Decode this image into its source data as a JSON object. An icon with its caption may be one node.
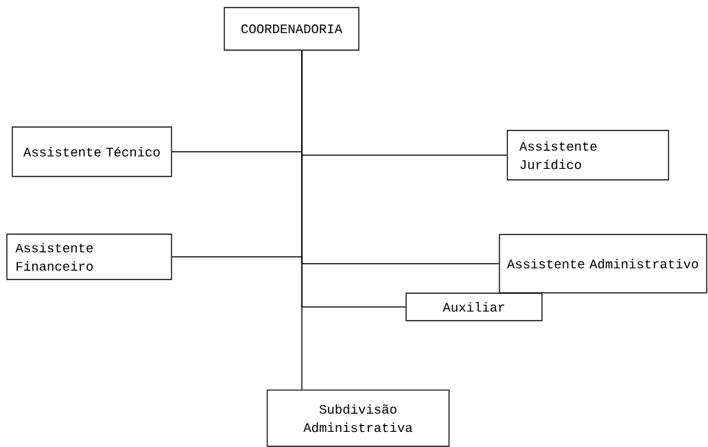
{
  "diagram": {
    "nodes": [
      {
        "text": [
          "COORDENADORIA"
        ]
      },
      {
        "text": [
          "Assistente Técnico"
        ]
      },
      {
        "text": [
          "Assistente Jurídico"
        ]
      },
      {
        "text": [
          "Assistente Financeiro"
        ]
      },
      {
        "text": [
          "Assistente Administrativo"
        ]
      },
      {
        "text": [
          "Auxiliar"
        ]
      },
      {
        "text": [
          "Subdivisão Administrativa"
        ]
      }
    ],
    "edges": [
      {
        "from": 0,
        "to": 1,
        "arrow": "none"
      },
      {
        "from": 0,
        "to": 2,
        "arrow": "none"
      },
      {
        "from": 0,
        "to": 3,
        "arrow": "none"
      },
      {
        "from": 0,
        "to": 4,
        "arrow": "none"
      },
      {
        "from": 0,
        "to": 5,
        "arrow": "none"
      },
      {
        "from": 0,
        "to": 6,
        "arrow": "none"
      }
    ]
  }
}
